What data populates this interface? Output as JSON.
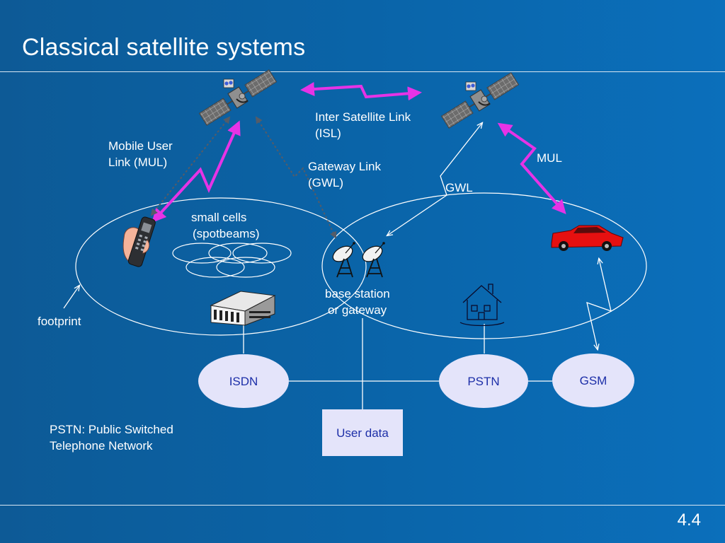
{
  "slide": {
    "title": "Classical satellite systems",
    "page_number": "4.4"
  },
  "labels": {
    "isl_line1": "Inter Satellite Link",
    "isl_line2": "(ISL)",
    "mul_line1": "Mobile User",
    "mul_line2": "Link (MUL)",
    "gwl_line1": "Gateway Link",
    "gwl_line2": "(GWL)",
    "gwl_short": "GWL",
    "mul_short": "MUL",
    "cells_line1": "small cells",
    "cells_line2": "(spotbeams)",
    "base_line1": "base station",
    "base_line2": "or gateway",
    "footprint": "footprint",
    "pstn_note_line1": "PSTN: Public Switched",
    "pstn_note_line2": "Telephone Network"
  },
  "nodes": {
    "isdn": "ISDN",
    "pstn": "PSTN",
    "gsm": "GSM",
    "user_data": "User data"
  },
  "icons": [
    "satellite-icon",
    "satellite-dish-icon",
    "mobile-phone-icon",
    "office-building-icon",
    "house-icon",
    "sports-car-icon"
  ],
  "colors": {
    "background": "#0a62a6",
    "wireless_link": "#e633e6",
    "node_fill": "#e4e4fa",
    "node_text": "#1d2fa8"
  }
}
